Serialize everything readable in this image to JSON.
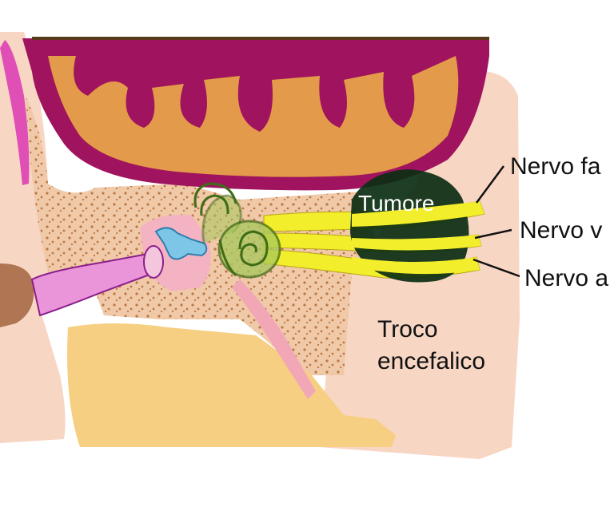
{
  "labels": {
    "tumor": "Tumore",
    "facial_nerve": "Nervo fa",
    "vestibular_nerve": "Nervo v",
    "acoustic_nerve": "Nervo a",
    "brainstem_line1": "Troco",
    "brainstem_line2": "encefalico"
  },
  "colors": {
    "cerebellum_outline": "#a0135e",
    "cerebellum_fill": "#e39a4a",
    "brainstem": "#f8d6c4",
    "bone": "#f0c9a8",
    "bone_dots": "#b26a32",
    "tumor": "#0b2e14",
    "nerve": "#f3ee2b",
    "ear_canal": "#ea94da",
    "cochlea": "#7aa83a",
    "ossicles": "#7ec6e8",
    "lower_tissue": "#f6cf82",
    "skin": "#b07552"
  }
}
